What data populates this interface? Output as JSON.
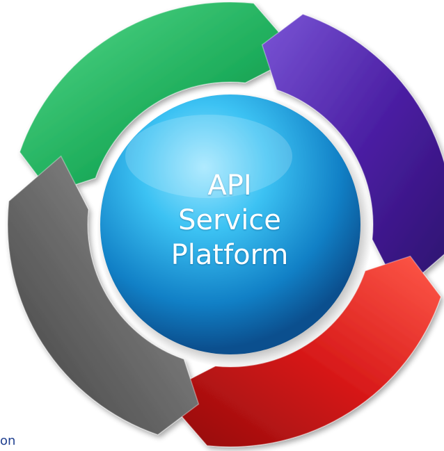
{
  "diagram": {
    "center_label_lines": [
      "API",
      "Service",
      "Platform"
    ],
    "caption_fragment": "on",
    "colors": {
      "green_arrow": "#1fae5c",
      "purple_arrow": "#4b1fa3",
      "red_arrow": "#d71919",
      "gray_arrow": "#6b6b6b",
      "hub": "#1a9fe0",
      "caption": "#1f3f8f"
    },
    "segments": [
      {
        "name": "green-arrow",
        "color": "green"
      },
      {
        "name": "purple-arrow",
        "color": "purple"
      },
      {
        "name": "red-arrow",
        "color": "red"
      },
      {
        "name": "gray-arrow",
        "color": "gray"
      }
    ]
  }
}
